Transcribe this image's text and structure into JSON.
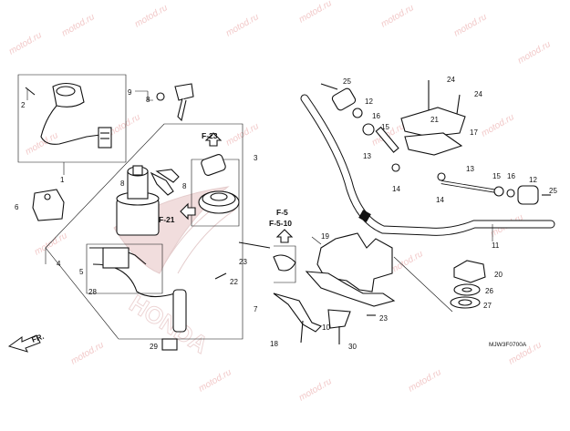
{
  "diagram": {
    "drawing_code": "MJW3F0700A",
    "direction_label": "FR.",
    "brand_watermark": "HONDA",
    "site_watermark": "motod.ru",
    "part_numbers": [
      "1",
      "2",
      "3",
      "4",
      "5",
      "6",
      "7",
      "8",
      "9",
      "10",
      "11",
      "12",
      "13",
      "14",
      "15",
      "16",
      "17",
      "18",
      "19",
      "20",
      "21",
      "22",
      "23",
      "24",
      "25",
      "26",
      "27",
      "28",
      "29",
      "30"
    ],
    "references": [
      "F-23",
      "F-21",
      "F-5",
      "F-5-10"
    ],
    "colors": {
      "line": "#111111",
      "watermark": "#f2c9c9",
      "background": "#ffffff"
    }
  }
}
